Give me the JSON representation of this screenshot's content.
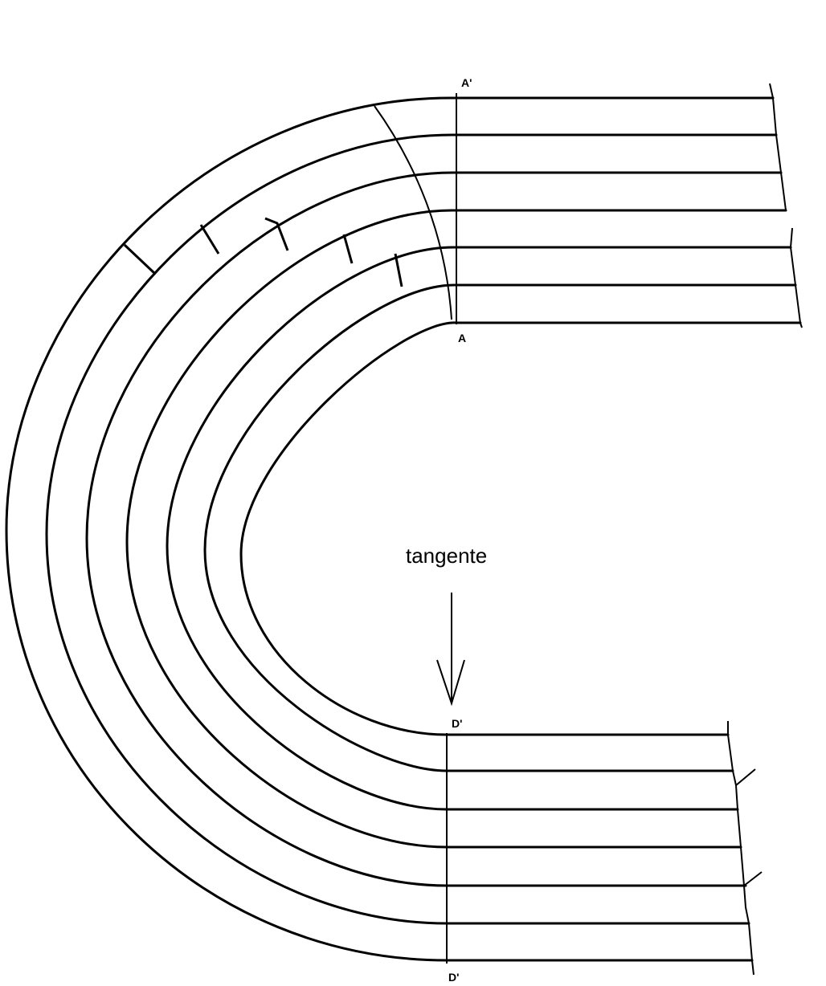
{
  "diagram": {
    "annotation": "tangente",
    "points": {
      "a_top": "A'",
      "a_bottom": "A",
      "d_top": "D'",
      "d_bottom": "D'"
    }
  }
}
